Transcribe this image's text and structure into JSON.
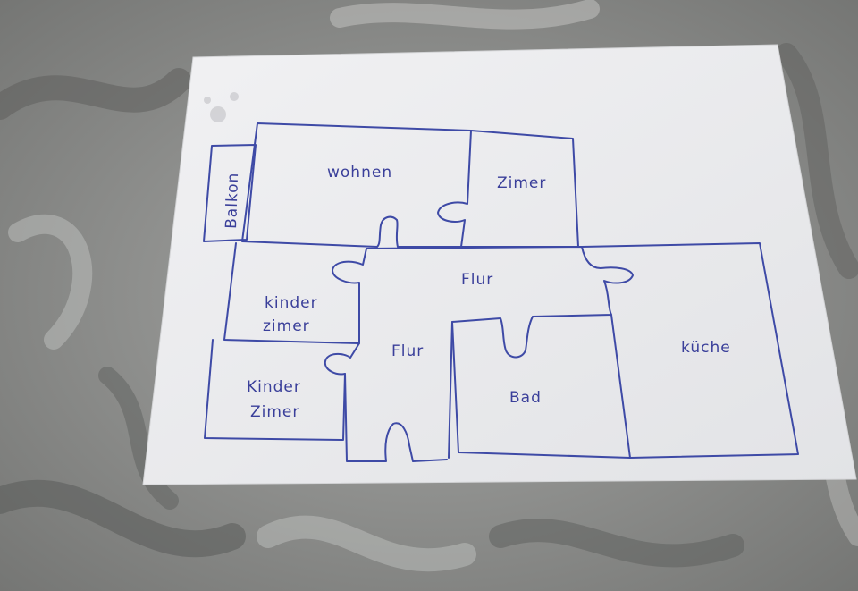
{
  "floor_plan": {
    "ink_color": "#3e4aa6",
    "paper_color": "#ededee",
    "background_color": "#8f908e",
    "rooms": [
      {
        "id": "balkon",
        "label": "Balkon"
      },
      {
        "id": "wohnen",
        "label": "wohnen"
      },
      {
        "id": "zimer",
        "label": "Zimer"
      },
      {
        "id": "flur-top",
        "label": "Flur"
      },
      {
        "id": "kinderzimer-1",
        "label_line1": "kinder",
        "label_line2": "zimer"
      },
      {
        "id": "flur-bottom",
        "label": "Flur"
      },
      {
        "id": "bad",
        "label": "Bad"
      },
      {
        "id": "kuche",
        "label": "küche"
      },
      {
        "id": "kinderzimer-2",
        "label_line1": "Kinder",
        "label_line2": "Zimer"
      }
    ]
  }
}
